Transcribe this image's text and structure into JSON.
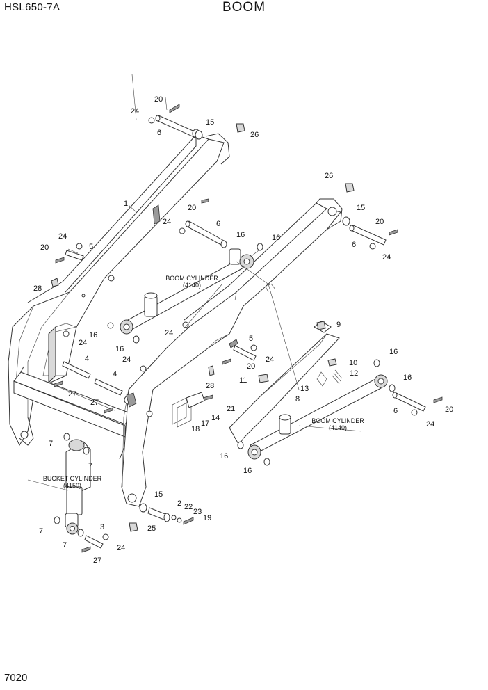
{
  "header": {
    "model": "HSL650-7A",
    "title": "BOOM"
  },
  "footer": {
    "page_number": "7020"
  },
  "captions": {
    "boom_cylinder_name": "BOOM CYLINDER",
    "boom_cylinder_code": "(4140)",
    "bucket_cylinder_name": "BUCKET CYLINDER",
    "bucket_cylinder_code": "(4150)"
  },
  "callouts": [
    "20",
    "24",
    "15",
    "6",
    "26",
    "1",
    "26",
    "15",
    "20",
    "6",
    "24",
    "20",
    "24",
    "6",
    "16",
    "16",
    "24",
    "5",
    "20",
    "28",
    "16",
    "16",
    "24",
    "24",
    "9",
    "5",
    "24",
    "10",
    "20",
    "4",
    "24",
    "4",
    "28",
    "16",
    "12",
    "11",
    "13",
    "16",
    "27",
    "27",
    "21",
    "8",
    "14",
    "17",
    "18",
    "20",
    "6",
    "24",
    "7",
    "7",
    "16",
    "16",
    "15",
    "2",
    "22",
    "23",
    "19",
    "25",
    "7",
    "7",
    "3",
    "24",
    "27"
  ]
}
